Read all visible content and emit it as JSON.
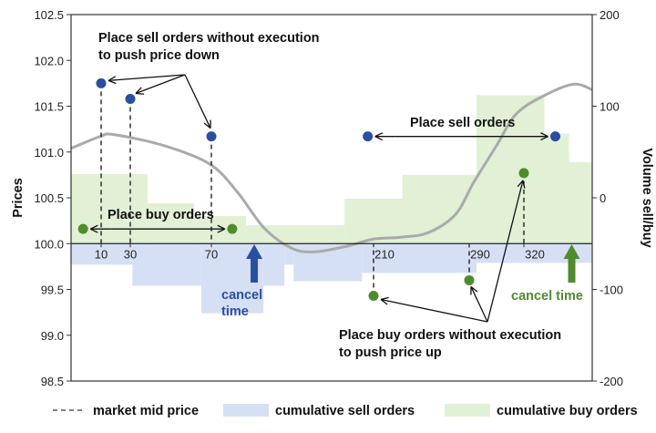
{
  "chart_data": {
    "type": "line",
    "ylabel": "Prices",
    "y2label": "Volume sell/buy",
    "ylim": [
      98.5,
      102.5
    ],
    "y2lim": [
      -200,
      200
    ],
    "yticks": [
      "98.5",
      "99.0",
      "99.5",
      "100.0",
      "100.5",
      "101.0",
      "101.5",
      "102.0",
      "102.5"
    ],
    "y2ticks": [
      "-200",
      "-100",
      "0",
      "100",
      "200"
    ],
    "xticks": [
      10,
      30,
      70,
      210,
      290,
      320
    ],
    "xlim": [
      0,
      370
    ],
    "mid_price": [
      [
        0,
        101.04
      ],
      [
        9.7,
        101.17
      ],
      [
        18.8,
        101.19
      ],
      [
        46.6,
        101.07
      ],
      [
        69.1,
        100.87
      ],
      [
        92,
        100.57
      ],
      [
        115.6,
        100.17
      ],
      [
        139.2,
        99.95
      ],
      [
        158.9,
        99.91
      ],
      [
        186.4,
        99.97
      ],
      [
        210,
        100.05
      ],
      [
        232.9,
        100.07
      ],
      [
        255.7,
        100.12
      ],
      [
        278.6,
        100.32
      ],
      [
        292.5,
        100.67
      ],
      [
        305,
        101.07
      ],
      [
        316,
        101.42
      ],
      [
        336.7,
        101.63
      ],
      [
        356.7,
        101.74
      ],
      [
        370,
        101.68
      ]
    ],
    "cumulative_buy_orders": [
      [
        0,
        38.5,
        100.76
      ],
      [
        38.5,
        61.5,
        100.44
      ],
      [
        61.5,
        100,
        100.3
      ],
      [
        100,
        185,
        100.2
      ],
      [
        185,
        234,
        100.49
      ],
      [
        234,
        294,
        100.75
      ],
      [
        294,
        335,
        101.62
      ],
      [
        335,
        353,
        101.2
      ],
      [
        353,
        370,
        100.89
      ]
    ],
    "cumulative_sell_orders": [
      [
        0,
        31,
        99.77
      ],
      [
        31,
        65,
        99.54
      ],
      [
        65,
        115,
        99.24
      ],
      [
        115,
        133,
        99.54
      ],
      [
        133,
        141,
        99.77
      ],
      [
        141,
        200,
        99.59
      ],
      [
        200,
        294,
        99.68
      ],
      [
        294,
        370,
        99.79
      ]
    ],
    "sell_points": [
      [
        10,
        101.75
      ],
      [
        30,
        101.58
      ],
      [
        70,
        101.17
      ],
      [
        205,
        101.17
      ],
      [
        343,
        101.17
      ]
    ],
    "buy_points": [
      [
        4,
        100.16
      ],
      [
        88,
        100.16
      ],
      [
        210,
        99.43
      ],
      [
        290,
        99.6
      ],
      [
        320,
        100.77
      ]
    ],
    "cancel_sell_time": 107,
    "cancel_buy_time": 355,
    "annotations": {
      "spoof_sell_1": "Place sell orders without execution",
      "spoof_sell_2": "to push price down",
      "place_sell": "Place sell orders",
      "place_buy": "Place buy orders",
      "spoof_buy_1": "Place buy orders without execution",
      "spoof_buy_2": "to push price up",
      "cancel_blue_1": "cancel",
      "cancel_blue_2": "time",
      "cancel_green": "cancel time"
    },
    "legend": {
      "position": "bottom",
      "mid": "market mid price",
      "sell": "cumulative sell orders",
      "buy": "cumulative buy orders"
    },
    "colors": {
      "sell": "#2a4fa0",
      "buy": "#4f8c2e",
      "sell_fill": "#d6e0f5",
      "buy_fill": "#e2f0d6",
      "mid": "#aaaaaa"
    }
  }
}
